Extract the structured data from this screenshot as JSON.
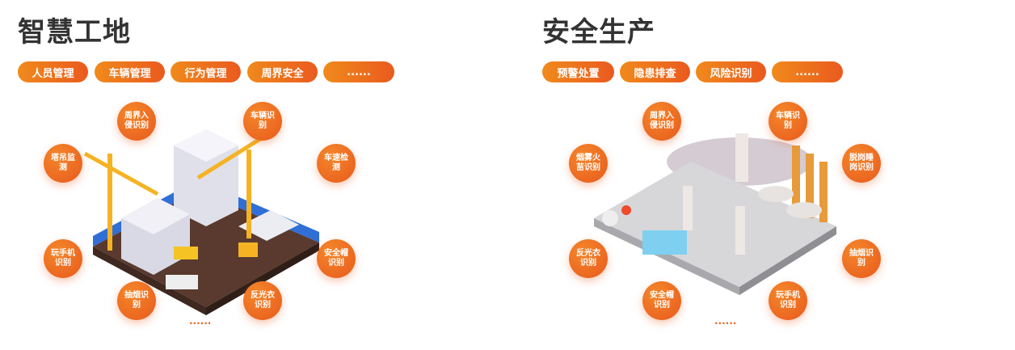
{
  "left": {
    "title": "智慧工地",
    "tabs": [
      "人员管理",
      "车辆管理",
      "行为管理",
      "周界安全",
      "......"
    ],
    "features": [
      "周界入侵识别",
      "车辆识别",
      "塔吊监测",
      "车速检测",
      "玩手机识别",
      "安全帽识别",
      "抽烟识别",
      "反光衣识别"
    ],
    "more": "......"
  },
  "right": {
    "title": "安全生产",
    "tabs": [
      "预警处置",
      "隐患排查",
      "风险识别",
      "......"
    ],
    "features": [
      "周界入侵识别",
      "车辆识别",
      "烟雾火苗识别",
      "脱岗睡岗识别",
      "反光衣识别",
      "抽烟识别",
      "安全帽识别",
      "玩手机识别"
    ],
    "more": "......"
  },
  "colors": {
    "accent_start": "#f08a1c",
    "accent_end": "#ea5a1e",
    "title": "#333333"
  }
}
